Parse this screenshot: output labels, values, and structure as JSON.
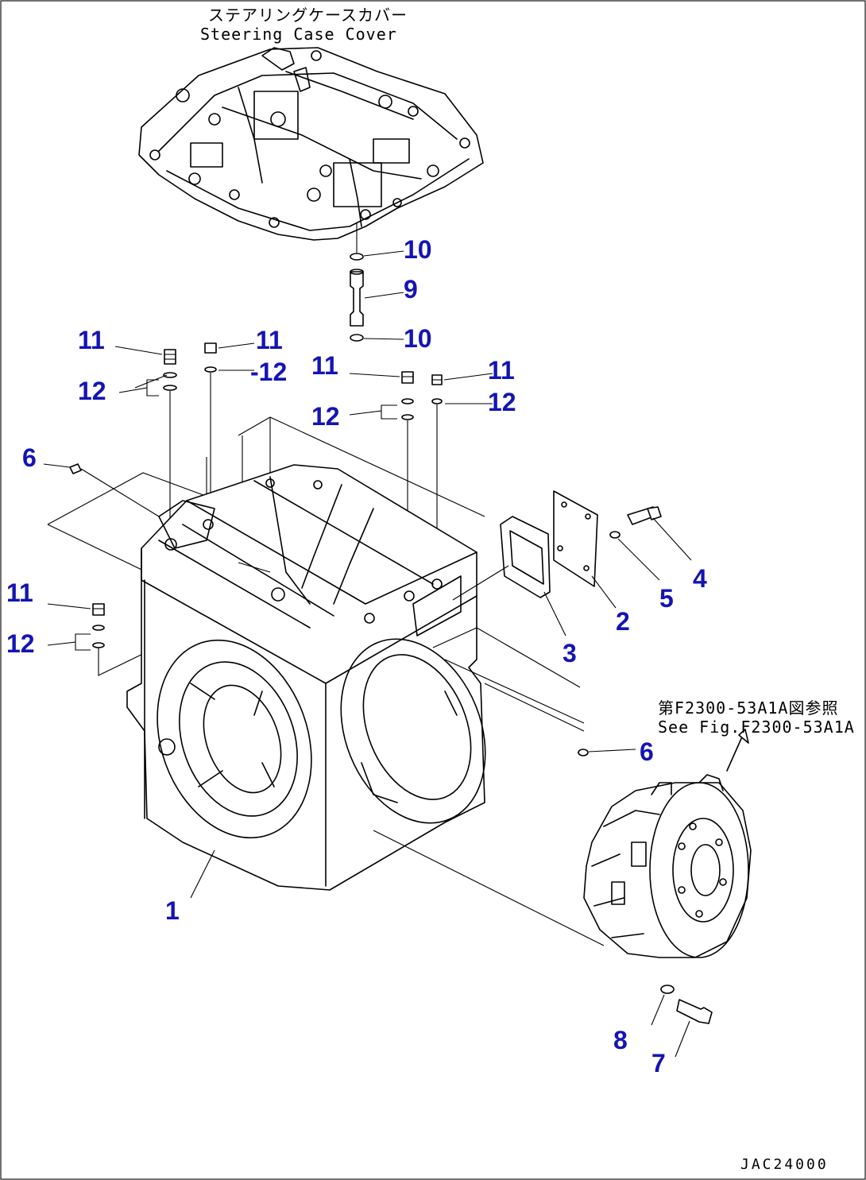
{
  "colors": {
    "label": "#1414b4",
    "line": "#000000",
    "background": "#ffffff"
  },
  "notes": {
    "steering_cover_jp": "ステアリングケースカバー",
    "steering_cover_en": "Steering Case Cover",
    "see_fig_jp": "第F2300-53A1A図参照",
    "see_fig_en": "See Fig.F2300-53A1A"
  },
  "drawing_code": "JAC24000",
  "callouts": [
    {
      "id": "c10a",
      "text": "10"
    },
    {
      "id": "c9",
      "text": "9"
    },
    {
      "id": "c10b",
      "text": "10"
    },
    {
      "id": "c11a",
      "text": "11"
    },
    {
      "id": "c11b",
      "text": "11"
    },
    {
      "id": "c12a",
      "text": "12"
    },
    {
      "id": "c12b",
      "text": "-12"
    },
    {
      "id": "c11c",
      "text": "11"
    },
    {
      "id": "c11d",
      "text": "11"
    },
    {
      "id": "c12c",
      "text": "12"
    },
    {
      "id": "c12d",
      "text": "12"
    },
    {
      "id": "c6a",
      "text": "6"
    },
    {
      "id": "c4",
      "text": "4"
    },
    {
      "id": "c5",
      "text": "5"
    },
    {
      "id": "c2",
      "text": "2"
    },
    {
      "id": "c11e",
      "text": "11"
    },
    {
      "id": "c12e",
      "text": "12"
    },
    {
      "id": "c3",
      "text": "3"
    },
    {
      "id": "c6b",
      "text": "6"
    },
    {
      "id": "c1",
      "text": "1"
    },
    {
      "id": "c8",
      "text": "8"
    },
    {
      "id": "c7",
      "text": "7"
    }
  ]
}
